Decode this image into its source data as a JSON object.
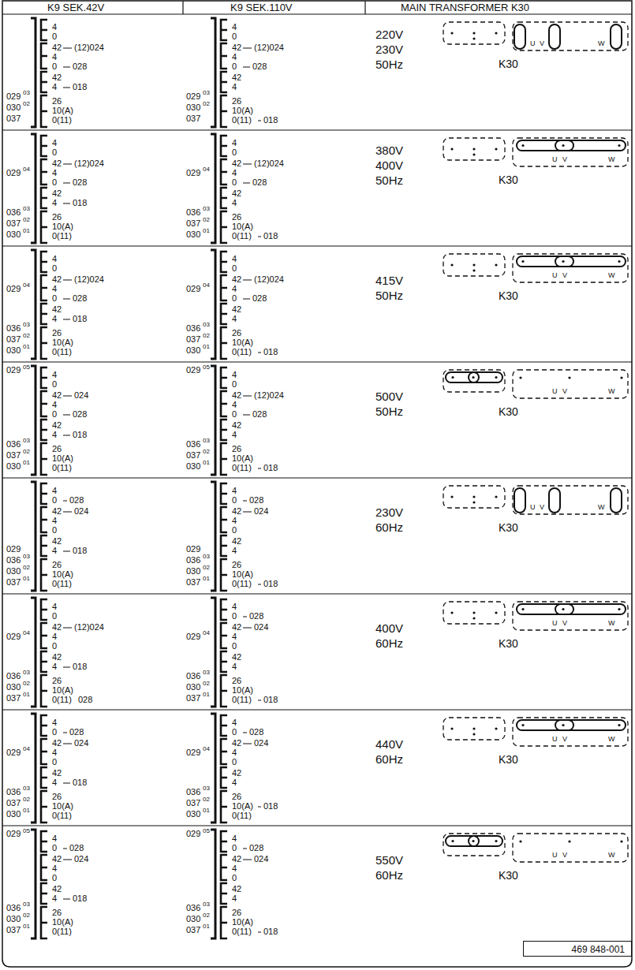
{
  "diagram": {
    "nodes": [
      {
        "text": [
          "469 848-001"
        ]
      }
    ],
    "labels": [
      "K9 SEK.42V",
      "K9 SEK.110V",
      "MAIN TRANSFORMER K30",
      "4",
      "0",
      "42",
      "4",
      "0",
      "42",
      "4",
      "26",
      "10(A)",
      "0(11)",
      "(12)024",
      "028",
      "018",
      "029",
      "03",
      "030",
      "02",
      "037",
      "4",
      "0",
      "42",
      "4",
      "0",
      "42",
      "4",
      "26",
      "10(A)",
      "0(11)",
      "(12)024",
      "028",
      "029",
      "03",
      "030",
      "02",
      "037",
      "018",
      "220V",
      "230V",
      "50Hz",
      "U",
      "V",
      "W",
      "K30",
      "4",
      "0",
      "42",
      "4",
      "0",
      "42",
      "4",
      "26",
      "10(A)",
      "0(11)",
      "(12)024",
      "028",
      "018",
      "029",
      "04",
      "036",
      "03",
      "037",
      "02",
      "030",
      "01",
      "4",
      "0",
      "42",
      "4",
      "0",
      "42",
      "4",
      "26",
      "10(A)",
      "0(11)",
      "(12)024",
      "028",
      "029",
      "04",
      "036",
      "03",
      "037",
      "02",
      "030",
      "01",
      "018",
      "380V",
      "400V",
      "50Hz",
      "U",
      "V",
      "W",
      "K30",
      "4",
      "0",
      "42",
      "4",
      "0",
      "42",
      "4",
      "26",
      "10(A)",
      "0(11)",
      "(12)024",
      "028",
      "018",
      "029",
      "04",
      "036",
      "03",
      "037",
      "02",
      "030",
      "01",
      "4",
      "0",
      "42",
      "4",
      "0",
      "42",
      "4",
      "26",
      "10(A)",
      "0(11)",
      "(12)024",
      "028",
      "029",
      "04",
      "036",
      "03",
      "037",
      "02",
      "030",
      "01",
      "018",
      "415V",
      "50Hz",
      "U",
      "V",
      "W",
      "K30",
      "4",
      "0",
      "42",
      "4",
      "0",
      "42",
      "4",
      "26",
      "10(A)",
      "0(11)",
      "029",
      "05",
      "024",
      "028",
      "018",
      "036",
      "03",
      "037",
      "02",
      "030",
      "01",
      "4",
      "0",
      "42",
      "4",
      "0",
      "42",
      "4",
      "26",
      "10(A)",
      "0(11)",
      "029",
      "05",
      "(12)024",
      "028",
      "036",
      "03",
      "037",
      "02",
      "030",
      "01",
      "018",
      "500V",
      "50Hz",
      "U",
      "V",
      "W",
      "K30",
      "4",
      "0",
      "42",
      "4",
      "0",
      "42",
      "4",
      "26",
      "10(A)",
      "0(11)",
      "028",
      "024",
      "018",
      "029",
      "036",
      "03",
      "030",
      "02",
      "037",
      "01",
      "4",
      "0",
      "42",
      "4",
      "0",
      "42",
      "4",
      "26",
      "10(A)",
      "0(11)",
      "028",
      "024",
      "029",
      "036",
      "03",
      "030",
      "02",
      "037",
      "01",
      "018",
      "230V",
      "60Hz",
      "U",
      "V",
      "W",
      "K30",
      "4",
      "0",
      "42",
      "4",
      "0",
      "42",
      "4",
      "26",
      "10(A)",
      "0(11)",
      "(12)024",
      "018",
      "029",
      "04",
      "036",
      "03",
      "030",
      "02",
      "037",
      "01",
      "028",
      "4",
      "0",
      "42",
      "4",
      "0",
      "42",
      "4",
      "26",
      "10(A)",
      "0(11)",
      "028",
      "024",
      "029",
      "04",
      "036",
      "03",
      "030",
      "02",
      "037",
      "01",
      "018",
      "400V",
      "60Hz",
      "U",
      "V",
      "W",
      "K30",
      "4",
      "0",
      "42",
      "4",
      "0",
      "42",
      "4",
      "26",
      "10(A)",
      "0(11)",
      "028",
      "024",
      "018",
      "029",
      "04",
      "036",
      "03",
      "037",
      "02",
      "030",
      "01",
      "4",
      "0",
      "42",
      "4",
      "0",
      "42",
      "4",
      "26",
      "10(A)",
      "0(11)",
      "028",
      "024",
      "029",
      "04",
      "036",
      "03",
      "037",
      "02",
      "030",
      "01",
      "018",
      "440V",
      "60Hz",
      "U",
      "V",
      "W",
      "K30",
      "4",
      "0",
      "42",
      "4",
      "0",
      "42",
      "4",
      "26",
      "10(A)",
      "0(11)",
      "029",
      "05",
      "028",
      "024",
      "018",
      "036",
      "03",
      "030",
      "02",
      "037",
      "01",
      "4",
      "0",
      "42",
      "4",
      "0",
      "42",
      "4",
      "26",
      "10(A)",
      "0(11)",
      "029",
      "05",
      "028",
      "024",
      "036",
      "03",
      "030",
      "02",
      "037",
      "01",
      "018",
      "550V",
      "60Hz",
      "U",
      "V",
      "W",
      "K30"
    ]
  }
}
